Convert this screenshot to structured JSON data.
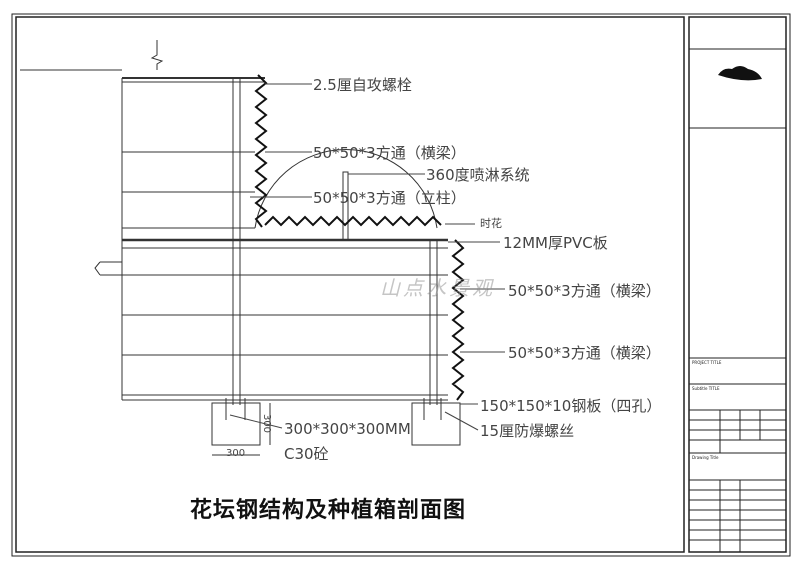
{
  "drawing": {
    "title": "花坛钢结构及种植箱剖面图",
    "watermark": "山点水景观",
    "labels": {
      "bolt_top": "2.5厘自攻螺栓",
      "beam_1": "50*50*3方通（横梁）",
      "sprinkler": "360度喷淋系统",
      "column": "50*50*3方通（立柱）",
      "flowers": "时花",
      "pvc": "12MM厚PVC板",
      "beam_2": "50*50*3方通（横梁）",
      "beam_3": "50*50*3方通（横梁）",
      "plate": "150*150*10钢板（四孔）",
      "screw": "15厘防爆螺丝",
      "footing_size": "300*300*300MM",
      "concrete": "C30砼",
      "dim_width": "300",
      "dim_height": "300"
    }
  },
  "title_block": {
    "project_title": "PROJECT TITLE",
    "subtitle": "Subtitle TITLE",
    "drawing_title": "Drawing Title"
  }
}
